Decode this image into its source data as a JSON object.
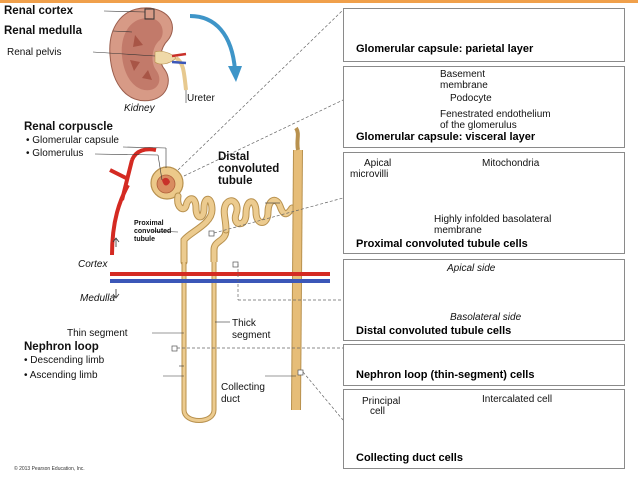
{
  "kidney": {
    "renal_cortex": "Renal cortex",
    "renal_medulla": "Renal medulla",
    "renal_pelvis": "Renal pelvis",
    "ureter": "Ureter",
    "kidney_label": "Kidney"
  },
  "nephron": {
    "renal_corpuscle": "Renal corpuscle",
    "glomerular_capsule": "• Glomerular capsule",
    "glomerulus": "• Glomerulus",
    "distal_tubule": [
      "Distal",
      "convoluted",
      "tubule"
    ],
    "proximal_tubule": [
      "Proximal",
      "convoluted",
      "tubule"
    ],
    "cortex": "Cortex",
    "medulla": "Medulla",
    "thin_segment": "Thin segment",
    "thick_segment": [
      "Thick",
      "segment"
    ],
    "nephron_loop": "Nephron loop",
    "descending_limb": "• Descending limb",
    "ascending_limb": "• Ascending limb",
    "collecting_duct": [
      "Collecting",
      "duct"
    ]
  },
  "panels": {
    "parietal": {
      "title": "Glomerular capsule: parietal layer"
    },
    "visceral": {
      "title": "Glomerular capsule: visceral layer",
      "basement": [
        "Basement",
        "membrane"
      ],
      "podocyte": "Podocyte",
      "fenestrated": [
        "Fenestrated endothelium",
        "of the glomerulus"
      ]
    },
    "proximal": {
      "title": "Proximal convoluted tubule cells",
      "apical_microvilli": [
        "Apical",
        "microvilli"
      ],
      "mitochondria": "Mitochondria",
      "basolateral": [
        "Highly infolded basolateral",
        "membrane"
      ]
    },
    "distal": {
      "title": "Distal convoluted tubule cells",
      "apical_side": "Apical side",
      "basolateral_side": "Basolateral side"
    },
    "loop": {
      "title": "Nephron loop (thin-segment) cells"
    },
    "collecting": {
      "title": "Collecting duct cells",
      "principal": [
        "Principal",
        "cell"
      ],
      "intercalated": "Intercalated cell"
    }
  },
  "copyright": "© 2013 Pearson Education, Inc.",
  "colors": {
    "tubule": "#e9c589",
    "tubule_edge": "#b8914e",
    "artery": "#d42a22",
    "vein": "#3b57b8",
    "kidney": "#c98473",
    "ureter_arrow": "#3e95c8",
    "cell_nucleus": "#8a5aa6"
  }
}
